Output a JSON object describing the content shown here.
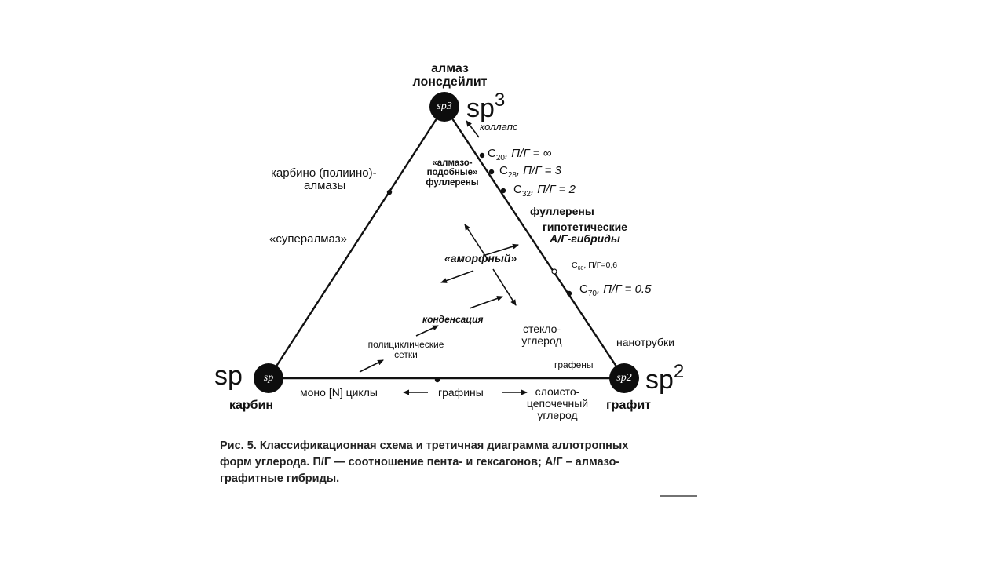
{
  "vertices": {
    "top": {
      "node_label": "sp3",
      "hybrid": "sp",
      "hybrid_sup": "3",
      "name_line1": "алмаз",
      "name_line2": "лонсдейлит"
    },
    "left": {
      "node_label": "sp",
      "hybrid": "sp",
      "name": "карбин"
    },
    "right": {
      "node_label": "sp2",
      "hybrid": "sp",
      "hybrid_sup": "2",
      "name": "графит"
    }
  },
  "left_edge": {
    "karbino_line1": "карбино (полиино)-",
    "karbino_line2": "алмазы",
    "superalmaz": "«суперал­маз»"
  },
  "right_edge": {
    "kollaps": "коллапс",
    "c20": {
      "c": "C",
      "sub": "20",
      "ratio": ", П/Г = ∞"
    },
    "c28": {
      "c": "C",
      "sub": "28",
      "ratio": ", П/Г = 3"
    },
    "c32": {
      "c": "C",
      "sub": "32",
      "ratio": ", П/Г = 2"
    },
    "fullereny": "фуллерены",
    "gipot_line1": "гипотетические",
    "gipot_line2": "А/Г-гибриды",
    "c60": {
      "c": "C",
      "sub": "60",
      "ratio": ", П/Г=0,6"
    },
    "c70": {
      "c": "C",
      "sub": "70",
      "ratio": ", П/Г = 0.5"
    },
    "nanotrubki": "нанотрубки"
  },
  "interior": {
    "almazo_line1": "«алмазо-",
    "almazo_line2": "подобные»",
    "almazo_line3": "фуллерены",
    "amorfny": "«аморфный»",
    "kondensaciya": "конденсация",
    "poli_line1": "полициклические",
    "poli_line2": "сетки",
    "steklo_line1": "стекло-",
    "steklo_line2": "углерод",
    "grafeny": "графены"
  },
  "bottom_edge": {
    "mono": "моно [N] циклы",
    "grafiny": "графины",
    "sloisto_line1": "слоисто-",
    "sloisto_line2": "цепочечный",
    "sloisto_line3": "углерод"
  },
  "caption": {
    "line1": "Рис. 5. Классификационная схема и третичная диаграмма аллотропных",
    "line2": "форм углерода. П/Г — соотношение пента- и гексагонов; А/Г – алмазо-",
    "line3": "графитные гибриды."
  },
  "colors": {
    "ink": "#111111",
    "node_fill": "#0d0d0d",
    "background": "#ffffff"
  }
}
